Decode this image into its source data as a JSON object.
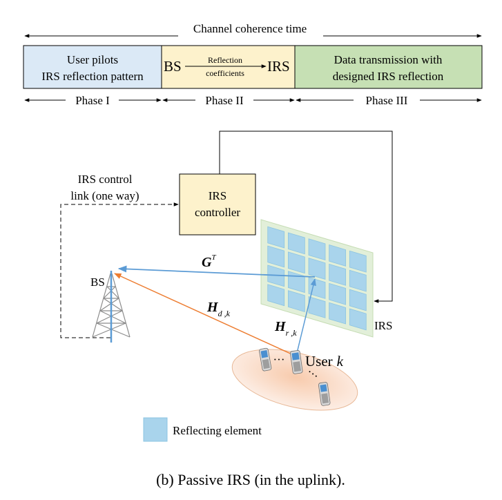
{
  "timeline": {
    "coherence_label": "Channel coherence time",
    "phase1": {
      "line1": "User pilots",
      "line2": "IRS reflection pattern",
      "label": "Phase I"
    },
    "phase2": {
      "left": "BS",
      "arrow_line1": "Reflection",
      "arrow_line2": "coefficients",
      "right": "IRS",
      "label": "Phase II"
    },
    "phase3": {
      "line1": "Data transmission with",
      "line2": "designed IRS reflection",
      "label": "Phase III"
    }
  },
  "diagram": {
    "control_link": {
      "line1": "IRS control",
      "line2": "link (one way)"
    },
    "controller": {
      "line1": "IRS",
      "line2": "controller"
    },
    "bs_label": "BS",
    "irs_label": "IRS",
    "g_label": "G",
    "g_sup": "T",
    "hd_label": "H",
    "hd_sub": "d ,k",
    "hr_label": "H",
    "hr_sub": "r ,k",
    "dots": "···",
    "user_label": "User",
    "user_k": "k",
    "legend_label": "Reflecting element"
  },
  "caption": "(b) Passive IRS (in the uplink).",
  "colors": {
    "phase1_fill": "#dbe9f6",
    "phase2_fill": "#fdf2cc",
    "phase3_fill": "#c6e0b4",
    "controller_fill": "#fdf2cc",
    "irs_frame": "#e2efd9",
    "irs_element": "#a9d4ec",
    "orange_link": "#ed7d31",
    "blue_link": "#5b9bd5",
    "user_ellipse": "#f8cbad"
  }
}
